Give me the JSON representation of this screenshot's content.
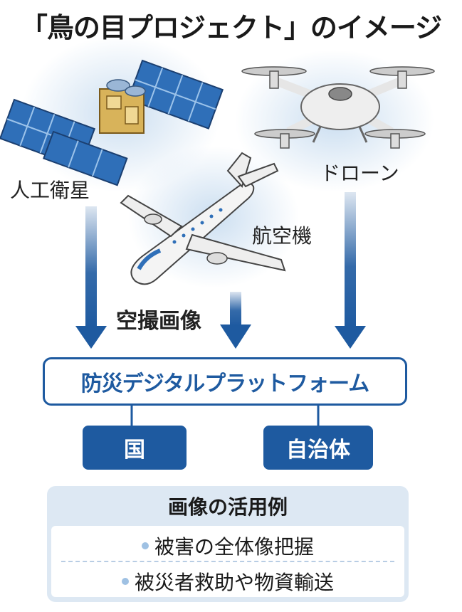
{
  "title": "「鳥の目プロジェクト」のイメージ",
  "sources": {
    "satellite_label": "人工衛星",
    "drone_label": "ドローン",
    "aircraft_label": "航空機",
    "aerial_label": "空撮画像"
  },
  "platform_label": "防災デジタルプラットフォーム",
  "recipients": {
    "national": "国",
    "local": "自治体"
  },
  "usage": {
    "heading": "画像の活用例",
    "items": [
      "被害の全体像把握",
      "被災者救助や物資輸送"
    ]
  },
  "colors": {
    "accent": "#1e5aa0",
    "panel": "#dde8f3",
    "glow": "#c9ddf0"
  },
  "icons": [
    "satellite-icon",
    "drone-icon",
    "airplane-icon"
  ]
}
